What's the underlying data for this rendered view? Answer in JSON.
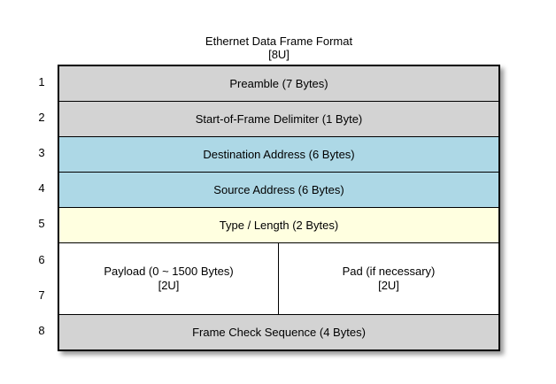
{
  "title": {
    "line1": "Ethernet Data Frame Format",
    "line2": "[8U]"
  },
  "colors": {
    "gray": "#D3D3D3",
    "blue": "#ADD8E6",
    "yellow": "#FFFFE0",
    "white": "#FFFFFF",
    "border": "#000000"
  },
  "diagram": {
    "rows": [
      {
        "num": "1",
        "label": "Preamble (7 Bytes)",
        "bg": "gray"
      },
      {
        "num": "2",
        "label": "Start-of-Frame Delimiter (1 Byte)",
        "bg": "gray"
      },
      {
        "num": "3",
        "label": "Destination Address (6 Bytes)",
        "bg": "blue"
      },
      {
        "num": "4",
        "label": "Source Address (6 Bytes)",
        "bg": "blue"
      },
      {
        "num": "5",
        "label": "Type / Length (2 Bytes)",
        "bg": "yellow"
      }
    ],
    "payload_row": {
      "num_top": "6",
      "num_bottom": "7",
      "left_line1": "Payload (0 ~ 1500 Bytes)",
      "left_line2": "[2U]",
      "right_line1": "Pad (if necessary)",
      "right_line2": "[2U]",
      "bg": "white"
    },
    "fcs_row": {
      "num": "8",
      "label": "Frame Check Sequence (4 Bytes)",
      "bg": "gray"
    }
  }
}
